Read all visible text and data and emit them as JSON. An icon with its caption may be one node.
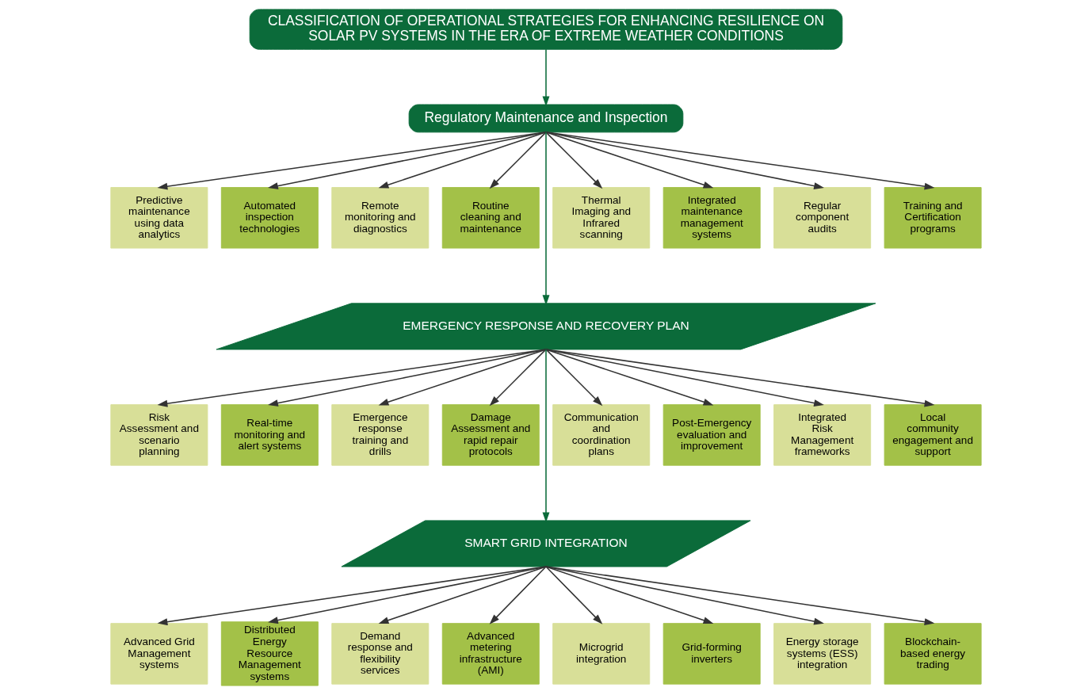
{
  "diagram": {
    "nodes": [
      {
        "text": [
          "CLASSIFICATION OF OPERATIONAL STRATEGIES FOR ENHANCING RESILIENCE ON SOLAR PV SYSTEMS IN THE ERA OF EXTREME WEATHER CONDITIONS"
        ]
      },
      {
        "text": [
          "Regulatory Maintenance and Inspection"
        ]
      },
      {
        "text": [
          "Predictive maintenance using data analytics"
        ]
      },
      {
        "text": [
          "Automated inspection technologies"
        ]
      },
      {
        "text": [
          "Remote monitoring and diagnostics"
        ]
      },
      {
        "text": [
          "Routine cleaning and maintenance"
        ]
      },
      {
        "text": [
          "Thermal Imaging and Infrared scanning"
        ]
      },
      {
        "text": [
          "Integrated maintenance management systems"
        ]
      },
      {
        "text": [
          "Regular component audits"
        ]
      },
      {
        "text": [
          "Training and Certification programs"
        ]
      },
      {
        "text": [
          "EMERGENCY RESPONSE AND RECOVERY PLAN"
        ]
      },
      {
        "text": [
          "Risk Assessment and scenario planning"
        ]
      },
      {
        "text": [
          "Real-time monitoring and alert systems"
        ]
      },
      {
        "text": [
          "Emergence response training and drills"
        ]
      },
      {
        "text": [
          "Damage Assessment and rapid repair protocols"
        ]
      },
      {
        "text": [
          "Communication and coordination plans"
        ]
      },
      {
        "text": [
          "Post-Emergency evaluation and improvement"
        ]
      },
      {
        "text": [
          "Integrated Risk Management frameworks"
        ]
      },
      {
        "text": [
          "Local community engagement and support"
        ]
      },
      {
        "text": [
          "SMART GRID INTEGRATION"
        ]
      },
      {
        "text": [
          "Advanced Grid Management systems"
        ]
      },
      {
        "text": [
          "Distributed Energy Resource Management systems"
        ]
      },
      {
        "text": [
          "Demand response and flexibility services"
        ]
      },
      {
        "text": [
          "Advanced metering infrastructure (AMI)"
        ]
      },
      {
        "text": [
          "Microgrid integration"
        ]
      },
      {
        "text": [
          "Grid-forming inverters"
        ]
      },
      {
        "text": [
          "Energy storage systems (ESS) integration"
        ]
      },
      {
        "text": [
          "Blockchain-based energy trading"
        ]
      }
    ],
    "edges": [
      {
        "from": 0,
        "to": 1,
        "arrow": "to",
        "color": "#0b6b3a"
      },
      {
        "from": 1,
        "to": 2,
        "arrow": "to"
      },
      {
        "from": 1,
        "to": 3,
        "arrow": "to"
      },
      {
        "from": 1,
        "to": 4,
        "arrow": "to"
      },
      {
        "from": 1,
        "to": 5,
        "arrow": "to"
      },
      {
        "from": 1,
        "to": 6,
        "arrow": "to"
      },
      {
        "from": 1,
        "to": 7,
        "arrow": "to"
      },
      {
        "from": 1,
        "to": 8,
        "arrow": "to"
      },
      {
        "from": 1,
        "to": 9,
        "arrow": "to"
      },
      {
        "from": 1,
        "to": 10,
        "arrow": "to",
        "color": "#0b6b3a"
      },
      {
        "from": 10,
        "to": 11,
        "arrow": "to"
      },
      {
        "from": 10,
        "to": 12,
        "arrow": "to"
      },
      {
        "from": 10,
        "to": 13,
        "arrow": "to"
      },
      {
        "from": 10,
        "to": 14,
        "arrow": "to"
      },
      {
        "from": 10,
        "to": 15,
        "arrow": "to"
      },
      {
        "from": 10,
        "to": 16,
        "arrow": "to"
      },
      {
        "from": 10,
        "to": 17,
        "arrow": "to"
      },
      {
        "from": 10,
        "to": 18,
        "arrow": "to"
      },
      {
        "from": 10,
        "to": 19,
        "arrow": "to",
        "color": "#0b6b3a"
      },
      {
        "from": 19,
        "to": 20,
        "arrow": "to"
      },
      {
        "from": 19,
        "to": 21,
        "arrow": "to"
      },
      {
        "from": 19,
        "to": 22,
        "arrow": "to"
      },
      {
        "from": 19,
        "to": 23,
        "arrow": "to"
      },
      {
        "from": 19,
        "to": 24,
        "arrow": "to"
      },
      {
        "from": 19,
        "to": 25,
        "arrow": "to"
      },
      {
        "from": 19,
        "to": 26,
        "arrow": "to"
      },
      {
        "from": 19,
        "to": 27,
        "arrow": "to"
      }
    ]
  }
}
